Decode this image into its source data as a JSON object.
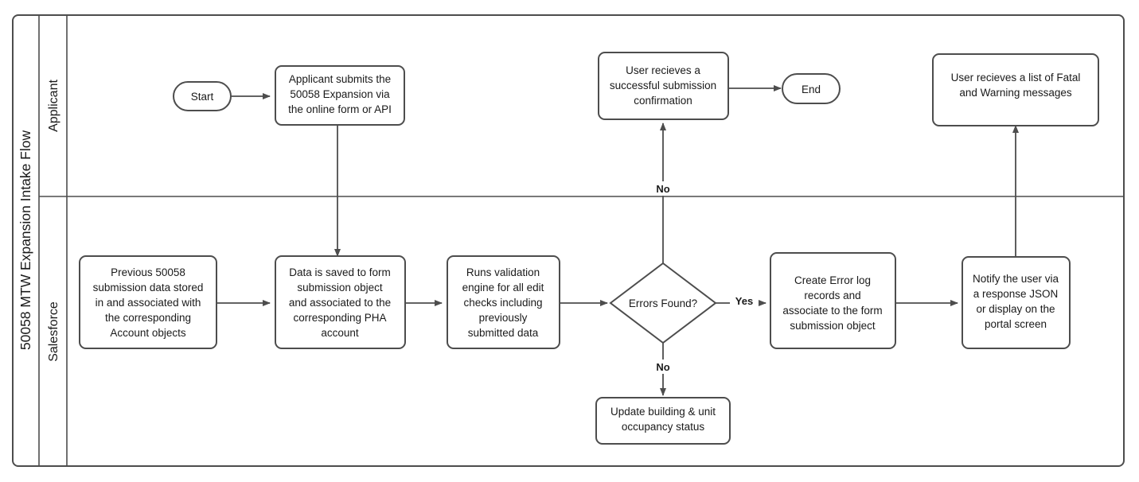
{
  "pool": {
    "title": "50058 MTW Expansion Intake Flow",
    "lanes": [
      {
        "id": "applicant",
        "label": "Applicant"
      },
      {
        "id": "salesforce",
        "label": "Salesforce"
      }
    ]
  },
  "colors": {
    "stroke": "#4d4d4d",
    "fill": "#ffffff",
    "text": "#1a1a1a"
  },
  "nodes": {
    "start": {
      "label": "Start",
      "shape": "terminator"
    },
    "end": {
      "label": "End",
      "shape": "terminator"
    },
    "applicant_submits": {
      "shape": "process",
      "lines": [
        "Applicant submits the",
        "50058 Expansion via",
        "the online form or API"
      ]
    },
    "success_confirmation": {
      "shape": "process",
      "lines": [
        "User recieves a",
        "successful submission",
        "confirmation"
      ]
    },
    "fatal_warning_list": {
      "shape": "process",
      "lines": [
        "User recieves a list of Fatal",
        "and Warning messages"
      ]
    },
    "previous_submission": {
      "shape": "process",
      "lines": [
        "Previous 50058",
        "submission data stored",
        "in and associated with",
        "the corresponding",
        "Account objects"
      ]
    },
    "data_saved": {
      "shape": "process",
      "lines": [
        "Data is saved to form",
        "submission object",
        "and associated to the",
        "corresponding PHA",
        "account"
      ]
    },
    "validation_engine": {
      "shape": "process",
      "lines": [
        "Runs validation",
        "engine for all edit",
        "checks including",
        "previously",
        "submitted data"
      ]
    },
    "errors_found": {
      "shape": "decision",
      "label": "Errors Found?"
    },
    "create_error_log": {
      "shape": "process",
      "lines": [
        "Create Error log",
        "records and",
        "associate to the form",
        "submission object"
      ]
    },
    "notify_user": {
      "shape": "process",
      "lines": [
        "Notify the user via",
        "a response JSON",
        "or display on the",
        "portal screen"
      ]
    },
    "update_occupancy": {
      "shape": "process",
      "lines": [
        "Update building & unit",
        "occupancy status"
      ]
    }
  },
  "edge_labels": {
    "errors_yes": "Yes",
    "errors_no_down": "No",
    "errors_no_up": "No"
  }
}
